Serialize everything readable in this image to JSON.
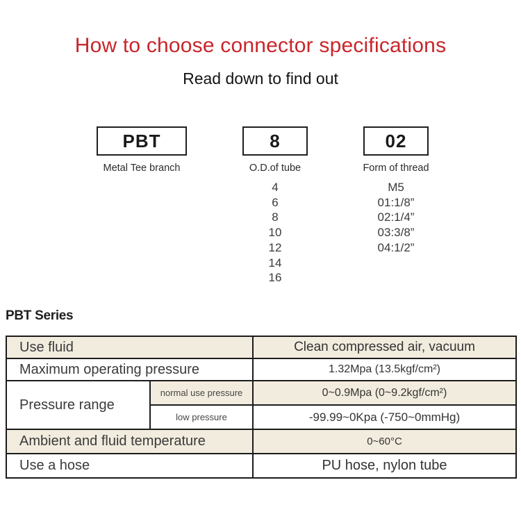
{
  "page": {
    "title": "How to choose connector specifications",
    "subtitle": "Read down to find out"
  },
  "code_breakdown": {
    "segments": [
      {
        "code": "PBT",
        "label": "Metal Tee branch",
        "options": []
      },
      {
        "code": "8",
        "label": "O.D.of tube",
        "options": [
          "4",
          "6",
          "8",
          "10",
          "12",
          "14",
          "16"
        ]
      },
      {
        "code": "02",
        "label": "Form of thread",
        "options": [
          "M5",
          "01:1/8”",
          "02:1/4”",
          "03:3/8”",
          "04:1/2”"
        ]
      }
    ]
  },
  "series_heading": "PBT Series",
  "spec_table": {
    "use_fluid": {
      "label": "Use fluid",
      "value": "Clean compressed air, vacuum"
    },
    "max_pressure": {
      "label": "Maximum operating pressure",
      "value": "1.32Mpa (13.5kgf/cm²)"
    },
    "pressure_range": {
      "label": "Pressure range",
      "normal": {
        "label": "normal use pressure",
        "value": "0~0.9Mpa (0~9.2kgf/cm²)"
      },
      "low": {
        "label": "low pressure",
        "value": "-99.99~0Kpa (-750~0mmHg)"
      }
    },
    "temperature": {
      "label": "Ambient and fluid temperature",
      "value": "0~60°C"
    },
    "hose": {
      "label": "Use a hose",
      "value": "PU hose, nylon tube"
    }
  },
  "colors": {
    "accent_red": "#c9252a",
    "row_beige": "#f2ecdf",
    "border_dark": "#1c1c1c"
  }
}
